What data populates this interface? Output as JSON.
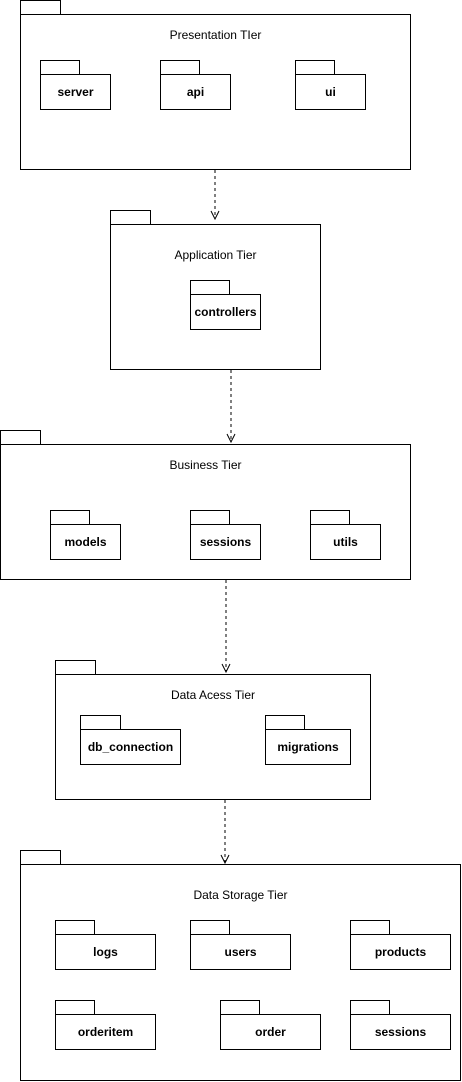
{
  "tiers": [
    {
      "title": "Presentation TIer",
      "packages": [
        "server",
        "api",
        "ui"
      ]
    },
    {
      "title": "Application Tier",
      "packages": [
        "controllers"
      ]
    },
    {
      "title": "Business Tier",
      "packages": [
        "models",
        "sessions",
        "utils"
      ]
    },
    {
      "title": "Data Acess Tier",
      "packages": [
        "db_connection",
        "migrations"
      ]
    },
    {
      "title": "Data Storage Tier",
      "packages": [
        "logs",
        "users",
        "products",
        "orderitem",
        "order",
        "sessions"
      ]
    }
  ],
  "dependencies": [
    {
      "from": "Presentation TIer",
      "to": "Application Tier"
    },
    {
      "from": "Application Tier",
      "to": "Business Tier"
    },
    {
      "from": "Business Tier",
      "to": "Data Acess Tier"
    },
    {
      "from": "Data Acess Tier",
      "to": "Data Storage Tier"
    }
  ]
}
